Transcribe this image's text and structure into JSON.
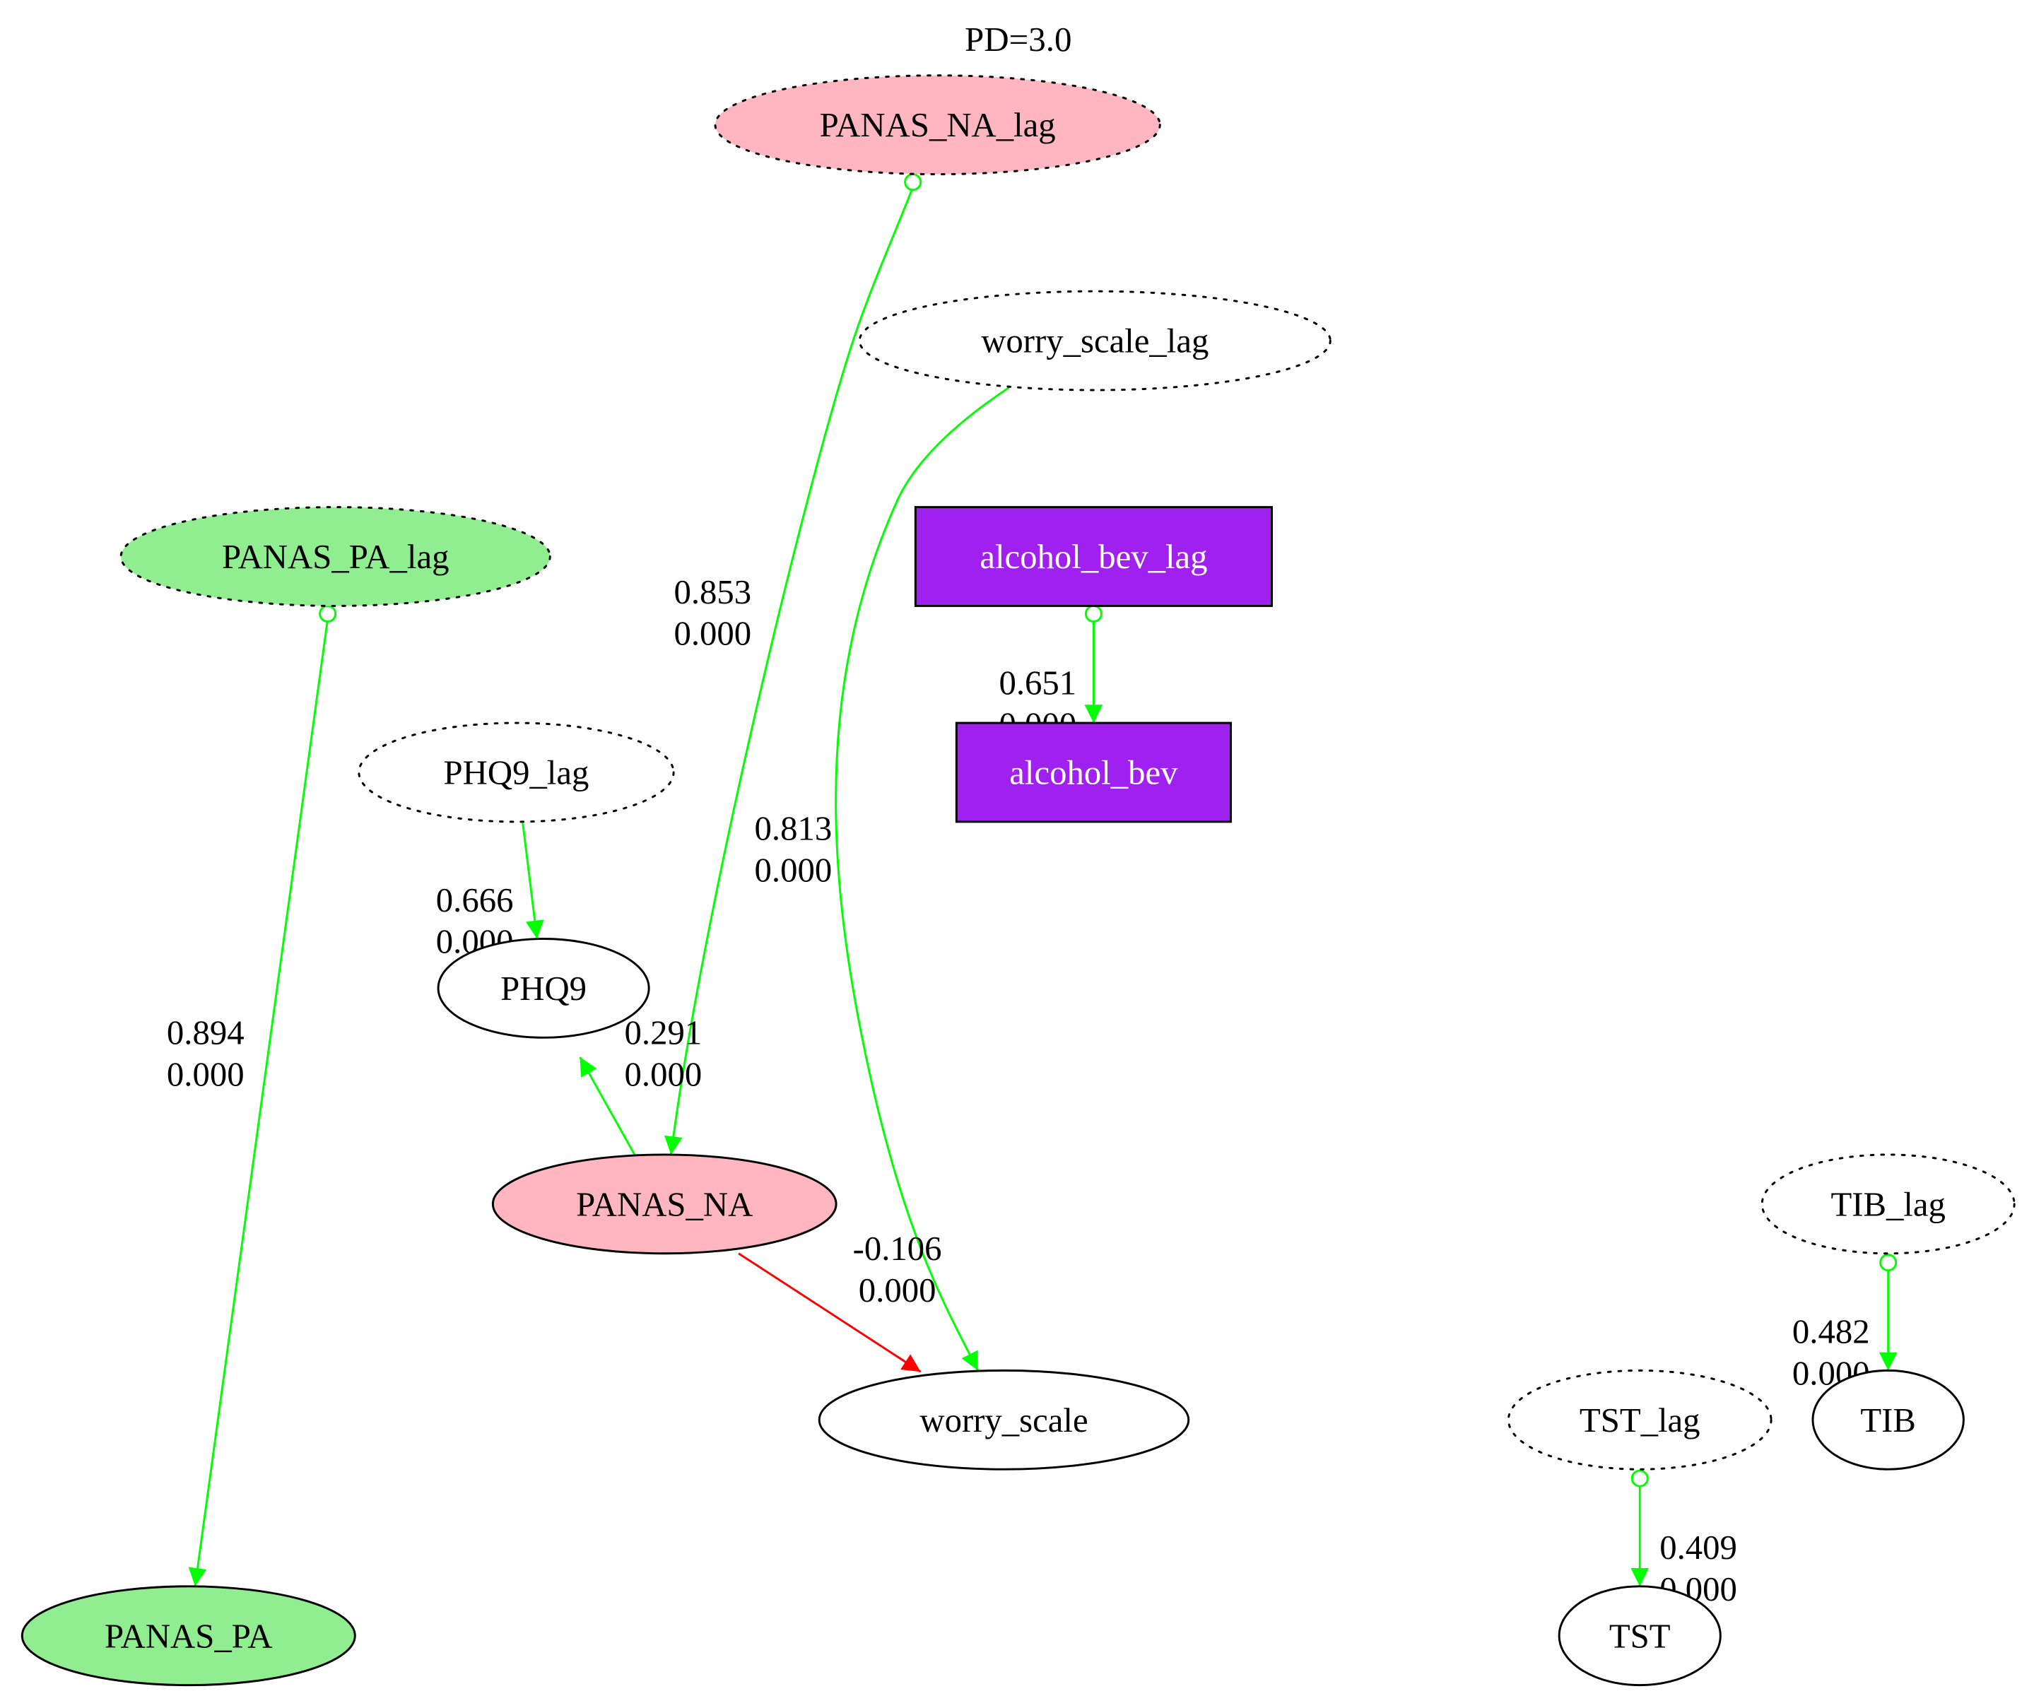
{
  "title": "PD=3.0",
  "colors": {
    "positive_edge": "#00ff00",
    "negative_edge": "#ff0000",
    "pink_fill": "#ffb6c1",
    "green_fill": "#90ee90",
    "purple_fill": "#a020f0",
    "node_stroke": "#000000",
    "white_text": "#ffffff"
  },
  "nodes": [
    {
      "id": "PANAS_NA_lag",
      "label": "PANAS_NA_lag",
      "shape": "ellipse",
      "style": "dotted",
      "fill": "#ffb6c1"
    },
    {
      "id": "worry_scale_lag",
      "label": "worry_scale_lag",
      "shape": "ellipse",
      "style": "dotted",
      "fill": "none"
    },
    {
      "id": "PANAS_PA_lag",
      "label": "PANAS_PA_lag",
      "shape": "ellipse",
      "style": "dotted",
      "fill": "#90ee90"
    },
    {
      "id": "alcohol_bev_lag",
      "label": "alcohol_bev_lag",
      "shape": "box",
      "style": "solid",
      "fill": "#a020f0"
    },
    {
      "id": "alcohol_bev",
      "label": "alcohol_bev",
      "shape": "box",
      "style": "solid",
      "fill": "#a020f0"
    },
    {
      "id": "PHQ9_lag",
      "label": "PHQ9_lag",
      "shape": "ellipse",
      "style": "dotted",
      "fill": "none"
    },
    {
      "id": "PHQ9",
      "label": "PHQ9",
      "shape": "ellipse",
      "style": "solid",
      "fill": "none"
    },
    {
      "id": "PANAS_NA",
      "label": "PANAS_NA",
      "shape": "ellipse",
      "style": "solid",
      "fill": "#ffb6c1"
    },
    {
      "id": "worry_scale",
      "label": "worry_scale",
      "shape": "ellipse",
      "style": "solid",
      "fill": "none"
    },
    {
      "id": "TIB_lag",
      "label": "TIB_lag",
      "shape": "ellipse",
      "style": "dotted",
      "fill": "none"
    },
    {
      "id": "TIB",
      "label": "TIB",
      "shape": "ellipse",
      "style": "solid",
      "fill": "none"
    },
    {
      "id": "TST_lag",
      "label": "TST_lag",
      "shape": "ellipse",
      "style": "dotted",
      "fill": "none"
    },
    {
      "id": "TST",
      "label": "TST",
      "shape": "ellipse",
      "style": "solid",
      "fill": "none"
    },
    {
      "id": "PANAS_PA",
      "label": "PANAS_PA",
      "shape": "ellipse",
      "style": "solid",
      "fill": "#90ee90"
    }
  ],
  "edges": [
    {
      "from": "PANAS_NA_lag",
      "to": "PANAS_NA",
      "weight": "0.853",
      "pvalue": "0.000",
      "sign": "positive",
      "tail": "circle"
    },
    {
      "from": "worry_scale_lag",
      "to": "worry_scale",
      "weight": "0.813",
      "pvalue": "0.000",
      "sign": "positive",
      "tail": "none"
    },
    {
      "from": "PANAS_PA_lag",
      "to": "PANAS_PA",
      "weight": "0.894",
      "pvalue": "0.000",
      "sign": "positive",
      "tail": "circle"
    },
    {
      "from": "alcohol_bev_lag",
      "to": "alcohol_bev",
      "weight": "0.651",
      "pvalue": "0.000",
      "sign": "positive",
      "tail": "circle"
    },
    {
      "from": "PHQ9_lag",
      "to": "PHQ9",
      "weight": "0.666",
      "pvalue": "0.000",
      "sign": "positive",
      "tail": "none"
    },
    {
      "from": "PANAS_NA",
      "to": "PHQ9",
      "weight": "0.291",
      "pvalue": "0.000",
      "sign": "positive",
      "tail": "none"
    },
    {
      "from": "PANAS_NA",
      "to": "worry_scale",
      "weight": "-0.106",
      "pvalue": "0.000",
      "sign": "negative",
      "tail": "none"
    },
    {
      "from": "TIB_lag",
      "to": "TIB",
      "weight": "0.482",
      "pvalue": "0.000",
      "sign": "positive",
      "tail": "circle"
    },
    {
      "from": "TST_lag",
      "to": "TST",
      "weight": "0.409",
      "pvalue": "0.000",
      "sign": "positive",
      "tail": "circle"
    }
  ]
}
